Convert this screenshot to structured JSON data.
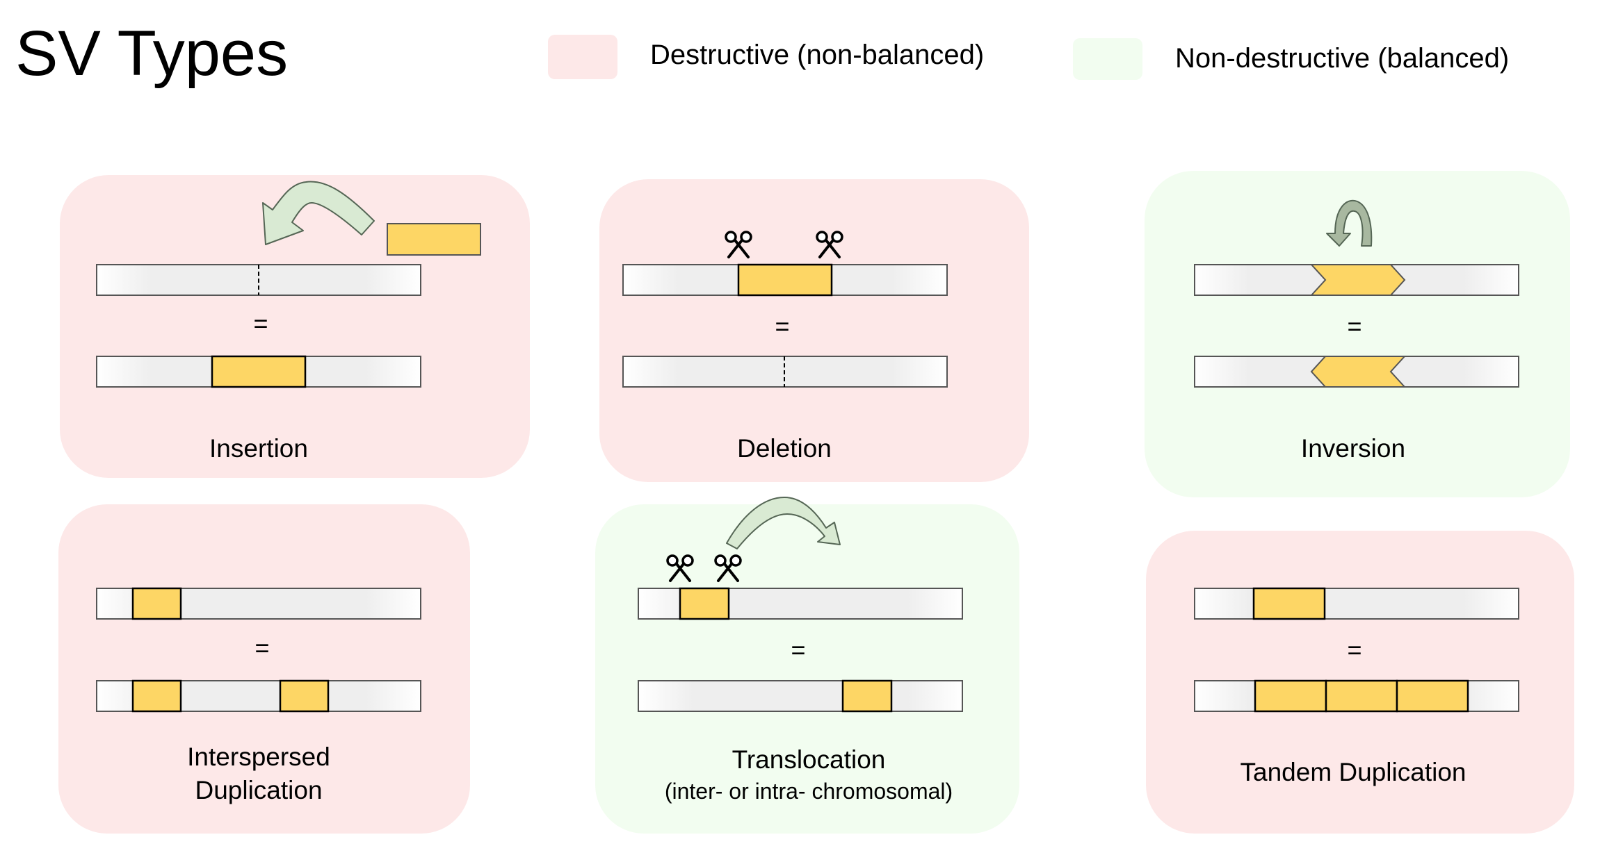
{
  "title": "SV Types",
  "legend": [
    {
      "label": "Destructive (non-balanced)",
      "color": "#fde8e8"
    },
    {
      "label": "Non-destructive (balanced)",
      "color": "#f2fdf0"
    }
  ],
  "equals": "=",
  "panels": {
    "insertion": {
      "label": "Insertion"
    },
    "deletion": {
      "label": "Deletion"
    },
    "inversion": {
      "label": "Inversion"
    },
    "interspersed": {
      "label_line1": "Interspersed",
      "label_line2": "Duplication"
    },
    "translocation": {
      "label": "Translocation",
      "sublabel": "(inter- or intra- chromosomal)"
    },
    "tandem": {
      "label": "Tandem Duplication"
    }
  },
  "colors": {
    "destructive_bg": "#fde8e8",
    "balanced_bg": "#f2fdf0",
    "segment": "#fdd665",
    "chromosome": "#eeeeee",
    "arrow_fill": "#d9ead3",
    "arrow_stroke": "#556655",
    "inversion_arrow_fill": "#a8b8a0"
  },
  "icons": [
    "scissors-icon",
    "curved-arrow-icon",
    "circular-arrow-icon"
  ]
}
